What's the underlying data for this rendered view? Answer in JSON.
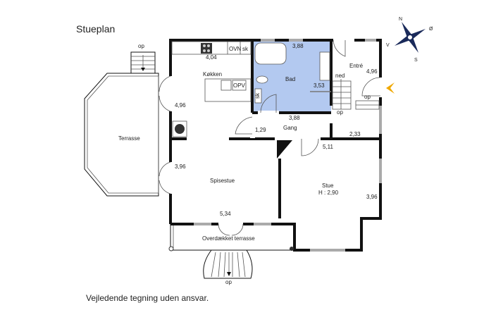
{
  "title": "Stueplan",
  "footer": "Vejledende tegning uden ansvar.",
  "compass": {
    "n": "N",
    "e": "Ø",
    "s": "S",
    "w": "V"
  },
  "rooms": {
    "kitchen": {
      "label": "Køkken",
      "dim_w": "4,04",
      "dim_h": "4,96",
      "oven": "OVN",
      "sk": "sk",
      "dishwasher": "OPV"
    },
    "bath": {
      "label": "Bad",
      "dim_top": "3,88",
      "dim_side": "3,53",
      "sk": "sk"
    },
    "entrance": {
      "label": "Entré",
      "dim": "4,96",
      "stairs_down": "ned",
      "stairs_up": "op",
      "steps_up": "op"
    },
    "hall": {
      "label": "Gang",
      "dim_top": "3,88",
      "dim_left": "1,29",
      "dim_right": "2,33"
    },
    "terrace": {
      "label": "Terrasse",
      "steps": "op"
    },
    "dining": {
      "label": "Spisestue",
      "dim_side": "3,96",
      "dim_bottom": "5,34"
    },
    "living": {
      "label": "Stue",
      "height": "H : 2,90",
      "dim_top": "5,11",
      "dim_side": "3,96"
    },
    "covered_terrace": {
      "label": "Overdækket terrasse",
      "steps": "op"
    }
  },
  "colors": {
    "bath": "#b3c9f0",
    "entry_arrow": "#f0a800"
  }
}
